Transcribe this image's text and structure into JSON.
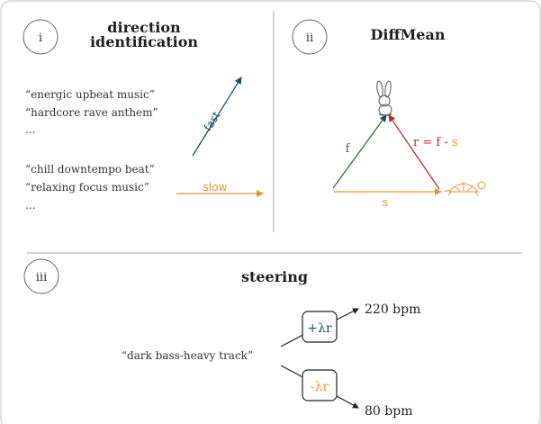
{
  "colors": {
    "dark_teal": "#1f4e5e",
    "green": "#3b6e3b",
    "orange": "#e6962f",
    "red": "#b03030",
    "gray_line": "#b8b8b8",
    "text": "#2a2a2a"
  },
  "panel_i": {
    "numeral": "i",
    "title_line1": "direction",
    "title_line2": "identification",
    "fast_prompts": [
      "“energic upbeat music”",
      "“hardcore rave anthem”",
      "..."
    ],
    "slow_prompts": [
      "“chill downtempo beat”",
      "“relaxing focus music”",
      "..."
    ],
    "fast_label": "fast",
    "slow_label": "slow"
  },
  "panel_ii": {
    "numeral": "ii",
    "title": "DiffMean",
    "f_label": "f",
    "s_label": "s",
    "r_label_prefix": "r = f - ",
    "r_label_suffix": "s",
    "icons": [
      "rabbit-icon",
      "turtle-icon"
    ]
  },
  "panel_iii": {
    "numeral": "iii",
    "title": "steering",
    "prompt": "“dark bass-heavy track”",
    "plus_box_prefix": "+",
    "plus_box_suffix": "λr",
    "minus_box_prefix": "-",
    "minus_box_suffix": "λr",
    "fast_result": "220 bpm",
    "slow_result": "80 bpm"
  }
}
